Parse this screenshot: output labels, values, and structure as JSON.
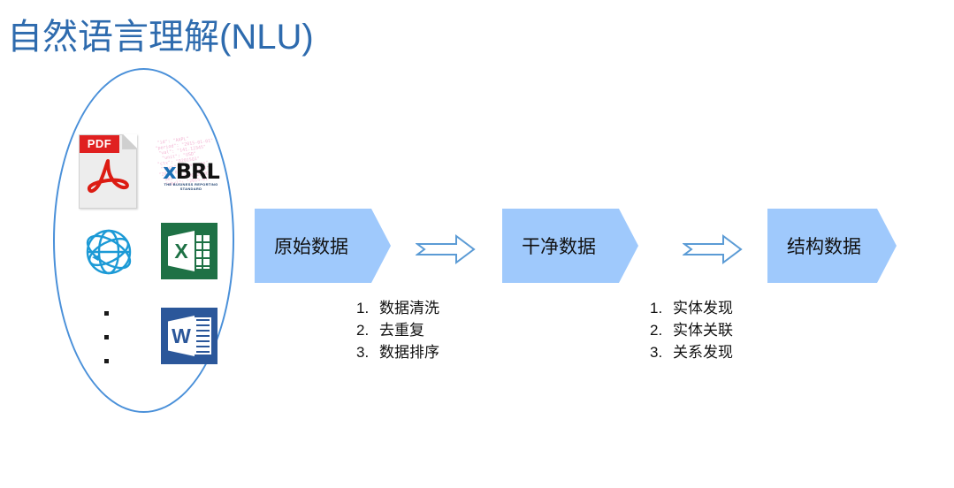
{
  "slide": {
    "title": "自然语言理解(NLU)",
    "title_color": "#2E6BAE",
    "background": "#FFFFFF"
  },
  "sources": {
    "container_shape": "ellipse",
    "container_border_color": "#4A90D9",
    "items": [
      {
        "icon": "pdf-file-icon",
        "label": "PDF"
      },
      {
        "icon": "xbrl-logo-icon",
        "label": "xBRL",
        "label_x": "x",
        "label_brl": "BRL",
        "tagline": "THE BUSINESS REPORTING STANDARD"
      },
      {
        "icon": "globe-internet-icon",
        "label": ""
      },
      {
        "icon": "excel-file-icon",
        "label": "X"
      },
      {
        "icon": "word-file-icon",
        "label": "W"
      },
      {
        "icon": "vertical-ellipsis-icon",
        "label": ""
      }
    ]
  },
  "pipeline": {
    "box_fill": "#9FC9FC",
    "arrow_color": "#5B9BD5",
    "stages": [
      {
        "label": "原始数据"
      },
      {
        "label": "干净数据"
      },
      {
        "label": "结构数据"
      }
    ],
    "connectors": [
      {
        "icon": "right-arrow-icon"
      },
      {
        "icon": "right-arrow-icon"
      }
    ]
  },
  "steps": [
    {
      "items": [
        {
          "num": "1.",
          "text": "数据清洗"
        },
        {
          "num": "2.",
          "text": "去重复"
        },
        {
          "num": "3.",
          "text": "数据排序"
        }
      ]
    },
    {
      "items": [
        {
          "num": "1.",
          "text": "实体发现"
        },
        {
          "num": "2.",
          "text": "实体关联"
        },
        {
          "num": "3.",
          "text": "关系发现"
        }
      ]
    }
  ]
}
